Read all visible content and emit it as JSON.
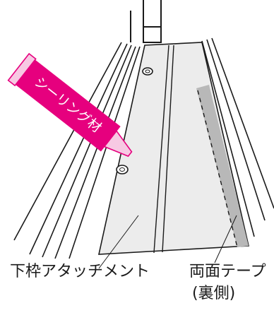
{
  "diagram": {
    "sealant_tube_label": "シーリング材",
    "labels": {
      "bottom_frame_attachment": "下枠アタッチメント",
      "double_sided_tape_line1": "両面テープ",
      "double_sided_tape_line2": "(裏側)"
    }
  },
  "colors": {
    "line": "#1a1a1a",
    "attachment_face": "#ececec",
    "tape": "#b8b8b8",
    "sealant_tube": "#e6007e",
    "sealant_tube_light": "#f7c9e3"
  }
}
